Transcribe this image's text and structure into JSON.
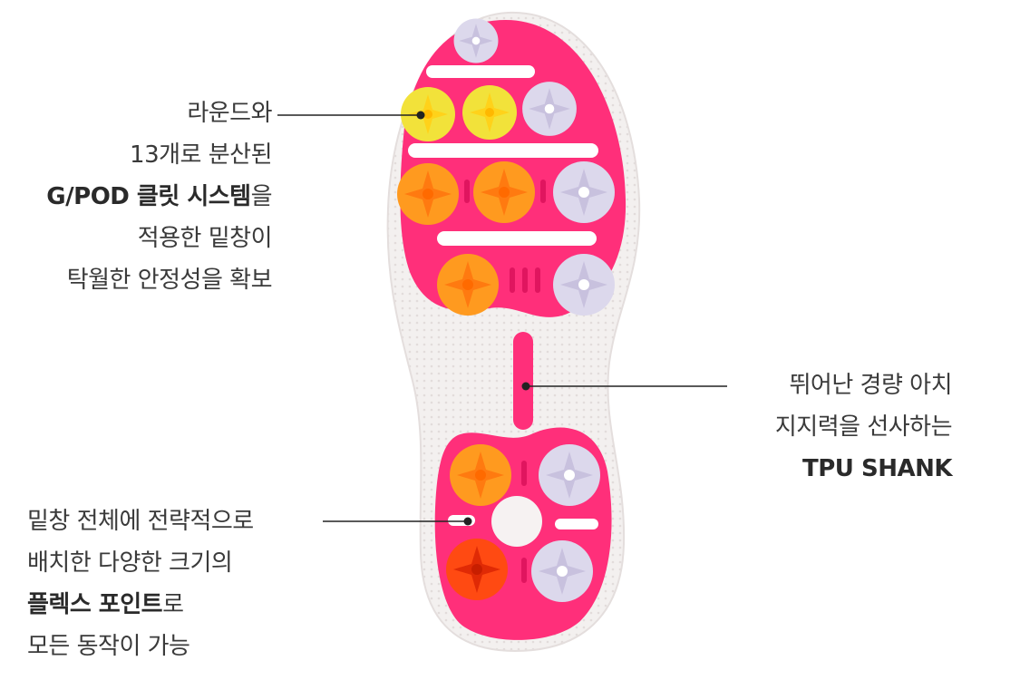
{
  "callouts": {
    "cleat": {
      "line1": "라운드와",
      "line2": "13개로 분산된",
      "line3_bold": "G/POD 클릿 시스템",
      "line3_rest": "을",
      "line4": "적용한 밑창이",
      "line5": "탁월한 안정성을 확보"
    },
    "shank": {
      "line1": "뛰어난 경량 아치",
      "line2": "지지력을 선사하는",
      "line3_bold": "TPU SHANK"
    },
    "flex": {
      "line1": "밑창 전체에 전략적으로",
      "line2": "배치한 다양한 크기의",
      "line3_bold": "플렉스 포인트",
      "line3_rest": "로",
      "line4": "모든 동작이 가능"
    }
  },
  "colors": {
    "sole_pink": "#ff2f7a",
    "midsole_white": "#f2efee",
    "cleat_yellow": "#f2e23a",
    "cleat_orange": "#ff9a1f",
    "cleat_red": "#ff4a12",
    "cleat_lavender": "#dcd8ec",
    "leader_line": "#222222"
  },
  "icons": [
    "golf-shoe-sole-illustration"
  ]
}
